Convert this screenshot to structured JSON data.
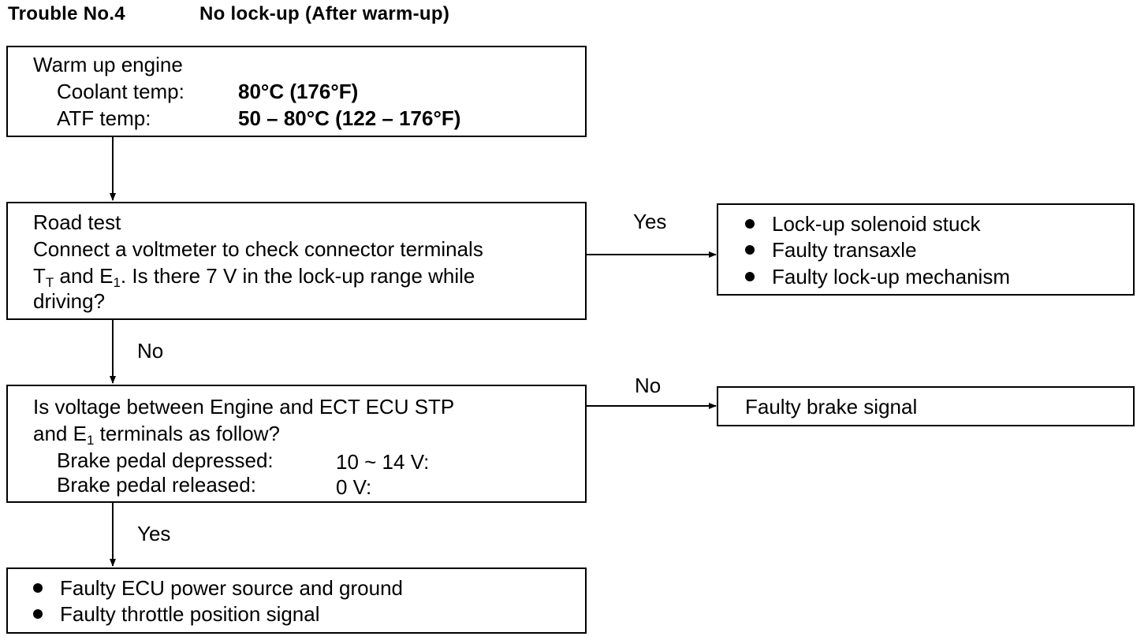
{
  "header": {
    "trouble_no": "Trouble No.4",
    "title": "No lock-up (After warm-up)"
  },
  "box_warmup": {
    "heading": "Warm up engine",
    "coolant_label": "Coolant temp:",
    "coolant_value": "80°C (176°F)",
    "atf_label": "ATF temp:",
    "atf_value": "50 – 80°C (122 – 176°F)"
  },
  "box_roadtest": {
    "heading": "Road test",
    "line1": "Connect a voltmeter to check connector terminals",
    "t_letter": "T",
    "t_sub": "T",
    "and_word": " and E",
    "e_sub": "1",
    "line2_rest": ". Is there 7 V in the lock-up range while",
    "line3": "driving?"
  },
  "box_yes_result": {
    "items": [
      "Lock-up solenoid stuck",
      "Faulty transaxle",
      "Faulty lock-up mechanism"
    ]
  },
  "box_voltage": {
    "line1": "Is voltage between Engine and ECT ECU STP",
    "line2_a": "and E",
    "line2_sub": "1",
    "line2_b": " terminals as follow?",
    "depressed_label": "Brake pedal depressed:",
    "depressed_value": "10 ~ 14 V:",
    "released_label": "Brake pedal released:",
    "released_value": "0 V:"
  },
  "box_brake": {
    "text": "Faulty brake signal"
  },
  "box_final": {
    "items": [
      "Faulty ECU power source and ground",
      "Faulty throttle position signal"
    ]
  },
  "labels": {
    "yes_roadtest": "Yes",
    "no_roadtest": "No",
    "no_voltage": "No",
    "yes_voltage": "Yes"
  }
}
